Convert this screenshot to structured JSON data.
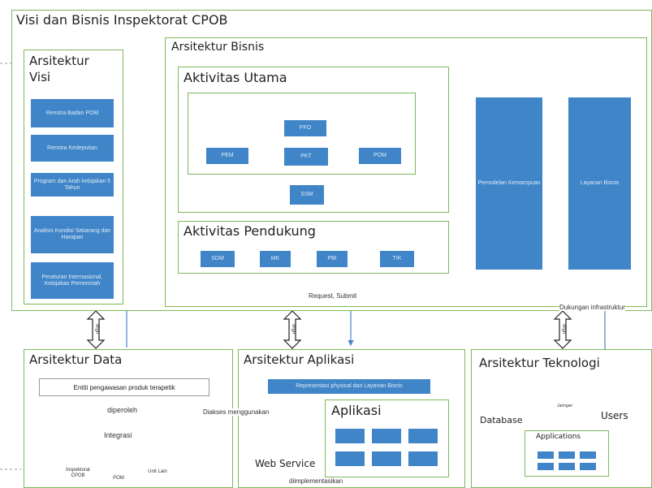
{
  "main_title": "Visi dan Bisnis Inspektorat CPOB",
  "visi": {
    "title_line1": "Arsitektur",
    "title_line2": "Visi",
    "items": [
      "Renstra Badan POM",
      "Renstra Kedeputian",
      "Program dan Arah kebijakan 5 Tahun",
      "Analisis Kondisi Sekarang dan Harapan",
      "Peraturan Internasional, Kebijakan Pemerintah"
    ]
  },
  "bisnis": {
    "title": "Arsitektur Bisnis",
    "utama": {
      "title": "Aktivitas Utama",
      "nodes": {
        "pfo": "PFO",
        "pem": "PEM",
        "pkt": "PKT",
        "pom": "POM",
        "ssm": "SSM"
      }
    },
    "pendukung": {
      "title": "Aktivitas Pendukung",
      "items": [
        "SDM",
        "MK",
        "PBI",
        "TIK"
      ]
    },
    "pemodelan": "Pemodelan Kemampuan",
    "layanan": "Layanan Bisnis"
  },
  "labels": {
    "request": "Request, Submit",
    "dukungan": "Dukungan infrastruktur",
    "align": "align",
    "diakses": "Diakses menggunakan",
    "diimplementasikan": "diimplementasikan",
    "diperoleh": "diperoleh",
    "integrasi": "Integrasi"
  },
  "data": {
    "title": "Arsitektur Data",
    "entity": "Entiti pengawasan produk terapetik",
    "db_labels": [
      "Inspektorat CPOB",
      "POM",
      "Unit Lain"
    ]
  },
  "aplikasi": {
    "title": "Arsitektur Aplikasi",
    "representasi": "Representasi physical dari Layanan Bisnis",
    "sub_title": "Aplikasi",
    "web_service": "Web Service"
  },
  "teknologi": {
    "title": "Arsitektur Teknologi",
    "database": "Database",
    "users": "Users",
    "hub": "Jaringan",
    "applications": "Applications"
  }
}
